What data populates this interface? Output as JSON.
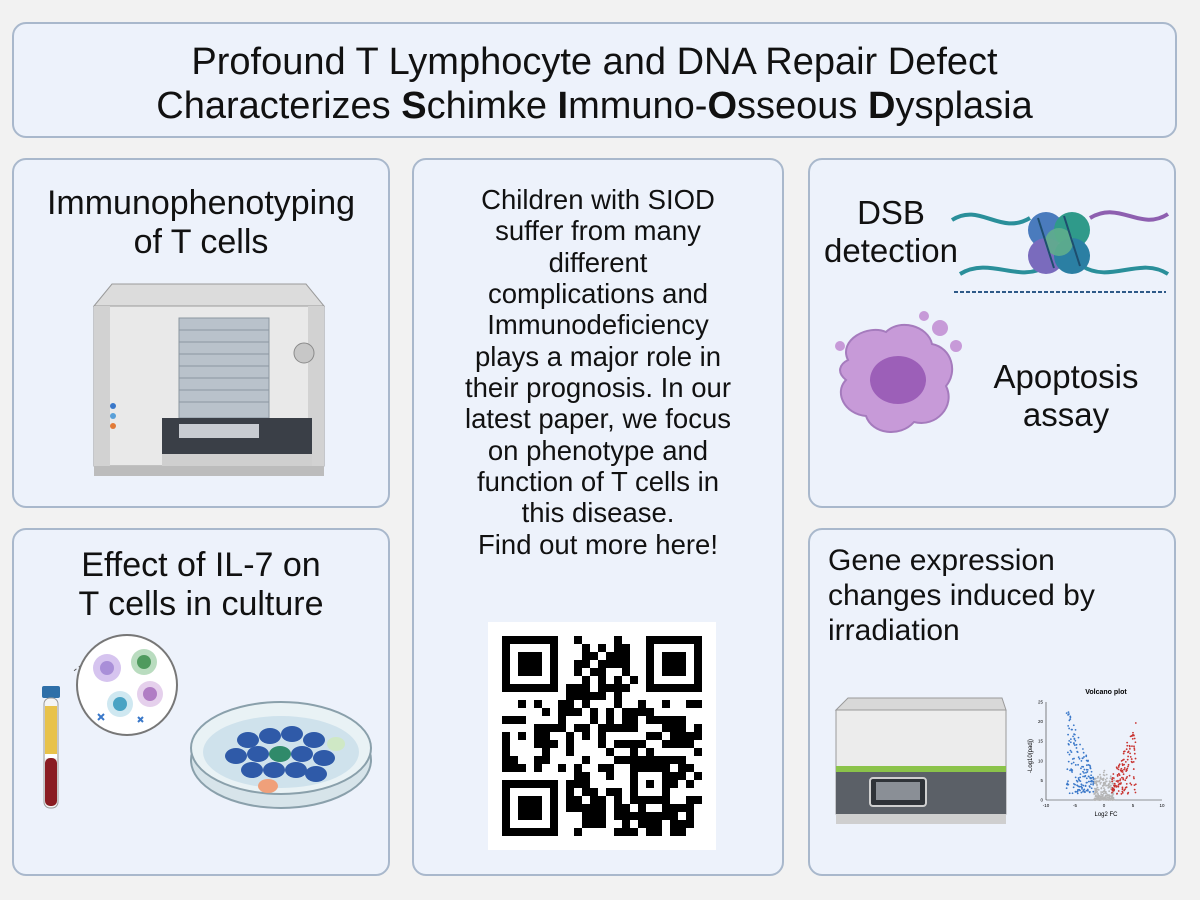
{
  "title": {
    "line1": "Profound T Lymphocyte and DNA Repair Defect",
    "line2_prefix": "Characterizes ",
    "w1_bold": "S",
    "w1_rest": "chimke ",
    "w2_bold": "I",
    "w2_rest": "mmuno-",
    "w3_bold": "O",
    "w3_rest": "sseous ",
    "w4_bold": "D",
    "w4_rest": "ysplasia"
  },
  "immuno": {
    "line1": "Immunophenotyping",
    "line2": "of T cells"
  },
  "il7": {
    "line1": "Effect of IL-7 on",
    "line2": "T cells in culture"
  },
  "center": {
    "lines": [
      "Children with SIOD",
      "suffer from many",
      "different",
      "complications and",
      "Immunodeficiency",
      "plays a major role in",
      "their prognosis. In our",
      "latest paper, we focus",
      "on phenotype and",
      "function of T cells in",
      "this disease.",
      "Find out more here!"
    ]
  },
  "dsb": {
    "line1": "DSB",
    "line2": "detection"
  },
  "apoptosis": {
    "line1": "Apoptosis",
    "line2": "assay"
  },
  "gene": {
    "line1": "Gene expression",
    "line2": "changes induced by",
    "line3": "irradiation"
  },
  "volcano": {
    "title": "Volcano plot",
    "xlabel": "Log2 FC",
    "ylabel": "-Log10(padj)",
    "xticks": [
      "-10",
      "-5",
      "0",
      "5",
      "10"
    ],
    "yticks": [
      "0",
      "5",
      "10",
      "15",
      "20",
      "25"
    ]
  },
  "colors": {
    "panel_bg": "#edf2fb",
    "panel_border": "#a9b8cc",
    "down": "#3a78c9",
    "up": "#c8322f",
    "ns": "#b5b5b5"
  }
}
